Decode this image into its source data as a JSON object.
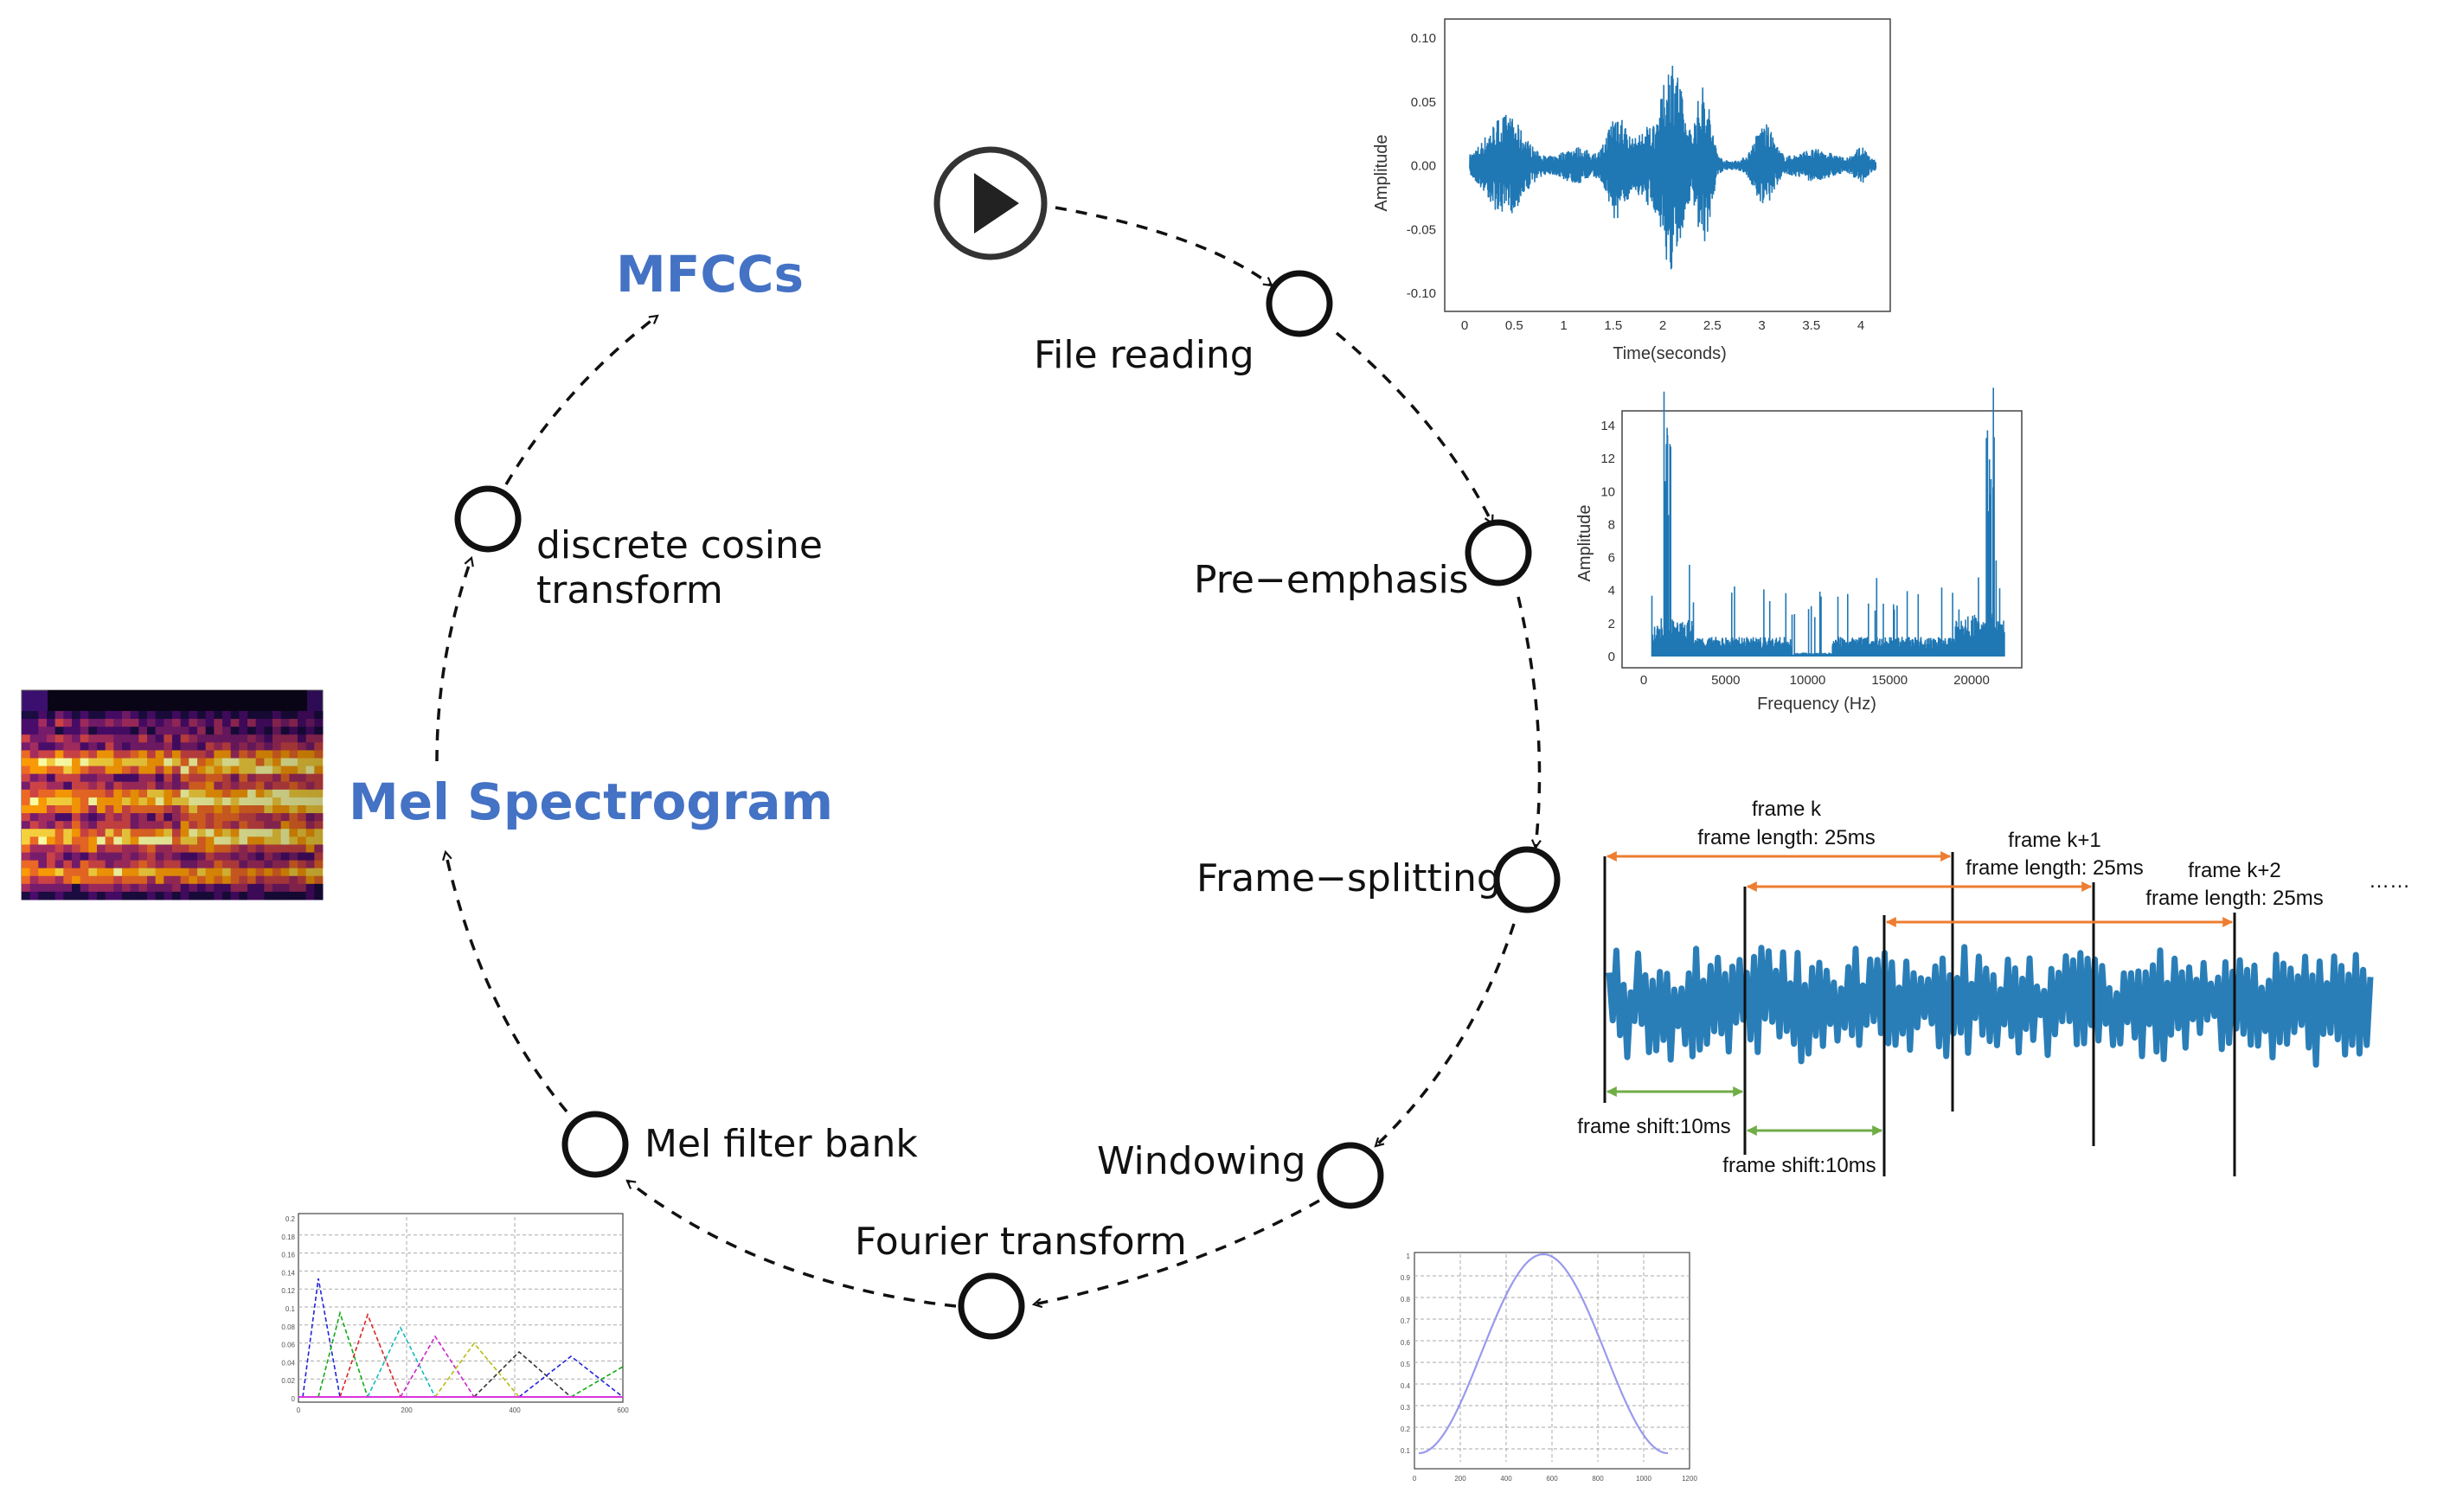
{
  "titles": {
    "mfccs": "MFCCs",
    "mel_spectrogram": "Mel Spectrogram"
  },
  "steps": {
    "file_reading": "File reading",
    "pre_emphasis": "Pre−emphasis",
    "frame_splitting": "Frame−splitting",
    "windowing": "Windowing",
    "fourier_transform": "Fourier transform",
    "mel_filter_bank": "Mel filter bank",
    "dct_line1": "discrete cosine",
    "dct_line2": "transform"
  },
  "icons": {
    "start": "play-icon",
    "step_marker": "circle-node-icon"
  },
  "colors": {
    "accent_title": "#4472c4",
    "waveform": "#1f77b4",
    "frame_length_arrow": "#ed7d31",
    "frame_shift_arrow": "#70ad47",
    "window_curve": "#9999ee"
  },
  "waveform_chart": {
    "ylabel": "Amplitude",
    "xlabel": "Time(seconds)",
    "yticks": [
      "0.10",
      "0.05",
      "0.00",
      "-0.05",
      "-0.10"
    ],
    "xticks": [
      "0",
      "0.5",
      "1",
      "1.5",
      "2",
      "2.5",
      "3",
      "3.5",
      "4"
    ],
    "xlim": [
      0,
      4.2
    ],
    "ylim": [
      -0.11,
      0.11
    ]
  },
  "spectrum_chart": {
    "ylabel": "Amplitude",
    "xlabel": "Frequency (Hz)",
    "yticks": [
      "14",
      "12",
      "10",
      "8",
      "6",
      "4",
      "2",
      "0"
    ],
    "xticks": [
      "0",
      "5000",
      "10000",
      "15000",
      "20000"
    ],
    "xlim": [
      -500,
      22500
    ],
    "ylim": [
      0,
      14.5
    ]
  },
  "frames": {
    "frame_k": "frame k",
    "frame_k_length": "frame length: 25ms",
    "frame_k1": "frame k+1",
    "frame_k1_length": "frame length: 25ms",
    "frame_k2": "frame k+2",
    "frame_k2_length": "frame length: 25ms",
    "ellipsis": "……",
    "shift1": "frame shift:10ms",
    "shift2": "frame shift:10ms"
  },
  "window_chart": {
    "yticks": [
      "1",
      "0.9",
      "0.8",
      "0.7",
      "0.6",
      "0.5",
      "0.4",
      "0.3",
      "0.2",
      "0.1"
    ],
    "xticks": [
      "0",
      "200",
      "400",
      "600",
      "800",
      "1000",
      "1200"
    ]
  },
  "filterbank_chart": {
    "yticks": [
      "0.2",
      "0.18",
      "0.16",
      "0.14",
      "0.12",
      "0.1",
      "0.08",
      "0.06",
      "0.04",
      "0.02",
      "0"
    ],
    "xticks": [
      "0",
      "200",
      "400",
      "600"
    ]
  }
}
